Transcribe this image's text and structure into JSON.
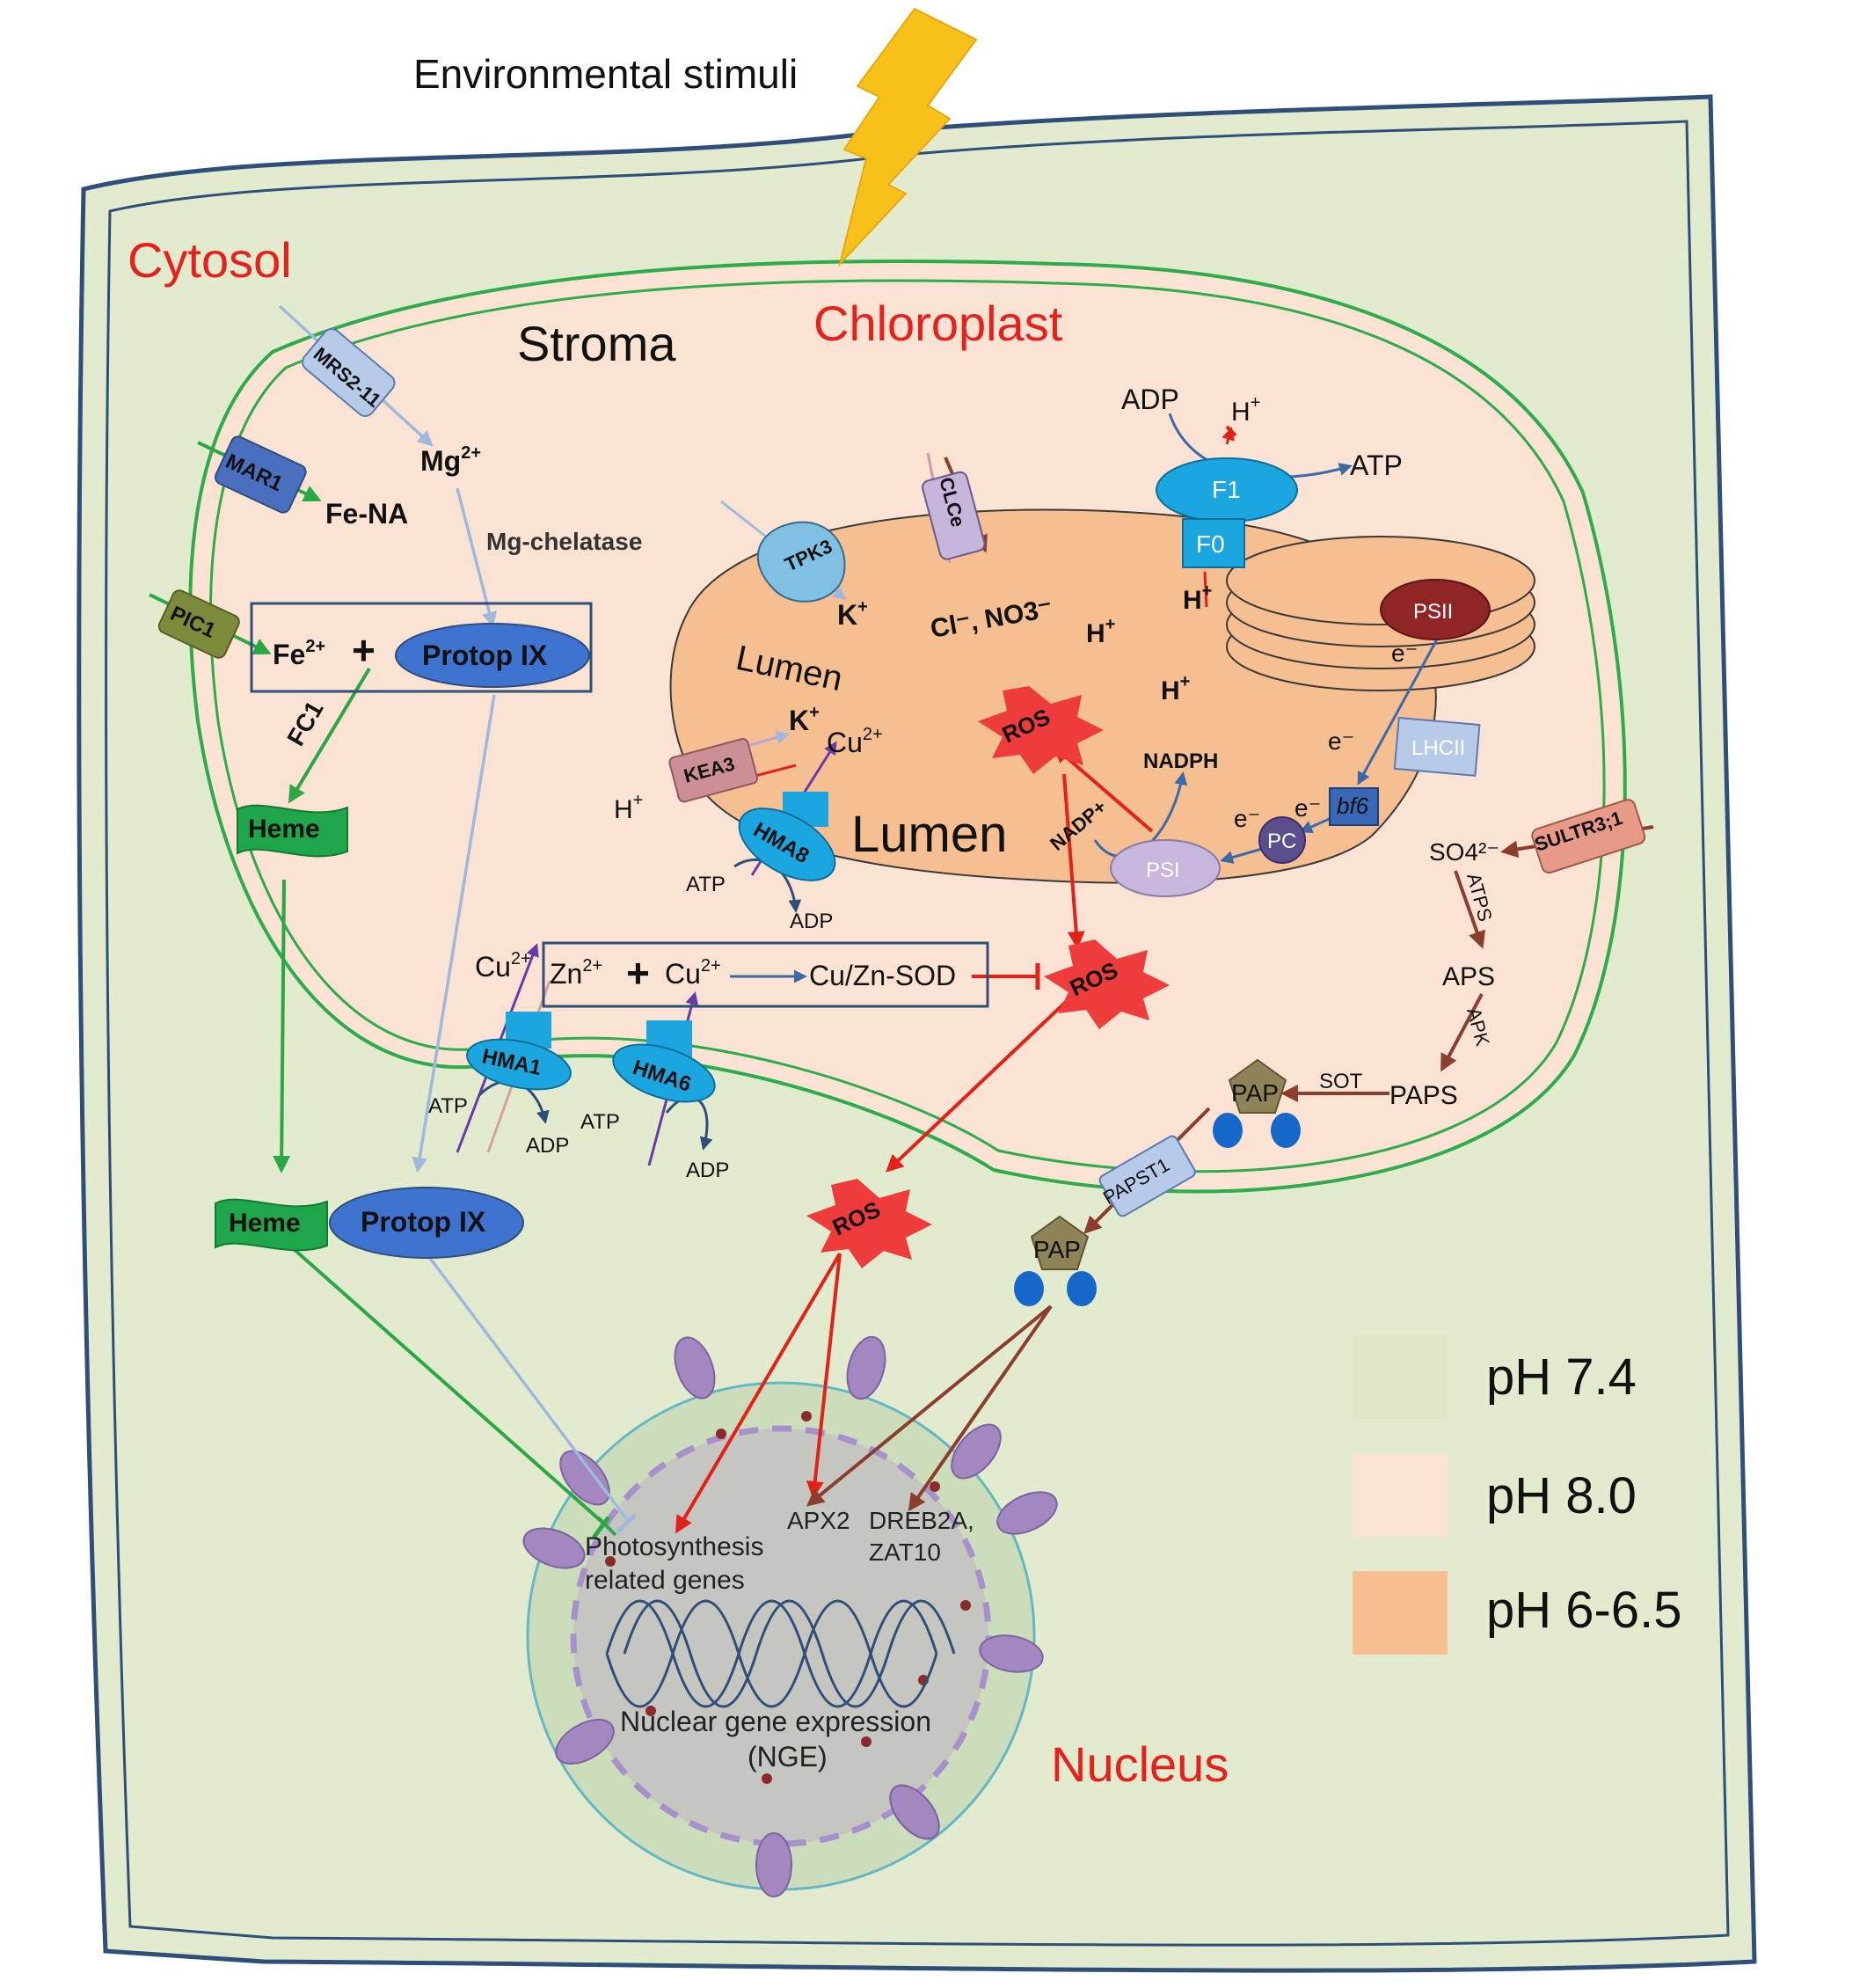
{
  "labels": {
    "environmental_stimuli": "Environmental stimuli",
    "cytosol": "Cytosol",
    "chloroplast": "Chloroplast",
    "stroma": "Stroma",
    "lumen_small": "Lumen",
    "lumen_big": "Lumen",
    "nucleus": "Nucleus"
  },
  "chemistry": {
    "mg": "Mg",
    "mg_charge": "2+",
    "mg_chelatase": "Mg-chelatase",
    "fe_na": "Fe-NA",
    "fe": "Fe",
    "fe_charge": "2+",
    "plus": "+",
    "protop_ix": "Protop IX",
    "fc1": "FC1",
    "heme": "Heme",
    "k": "K",
    "k_charge": "+",
    "cl_no3": "Cl⁻, NO3⁻",
    "h": "H",
    "h_charge": "+",
    "cu": "Cu",
    "cu_charge": "2+",
    "zn": "Zn",
    "zn_charge": "2+",
    "cu_zn_sod": "Cu/Zn-SOD",
    "ros": "ROS",
    "nadph": "NADPH",
    "nadp": "NADP+",
    "adp": "ADP",
    "atp": "ATP",
    "electron": "e⁻",
    "so4": "SO4²⁻",
    "aps": "APS",
    "paps": "PAPS",
    "pap": "PAP",
    "atps": "ATPS",
    "apk": "APK",
    "sot": "SOT"
  },
  "proteins": {
    "mrs2_11": "MRS2-11",
    "mar1": "MAR1",
    "pic1": "PIC1",
    "tpk3": "TPK3",
    "clce": "CLCe",
    "kea3": "KEA3",
    "hma8": "HMA8",
    "hma1": "HMA1",
    "hma6": "HMA6",
    "f1": "F1",
    "f0": "F0",
    "psii": "PSII",
    "psi": "PSI",
    "lhcii": "LHCII",
    "bf6": "bf6",
    "pc": "PC",
    "sultr3_1": "SULTR3;1",
    "papst1": "PAPST1"
  },
  "nucleus_text": {
    "photosynthesis_line1": "Photosynthesis",
    "photosynthesis_line2": "related genes",
    "apx2": "APX2",
    "dreb2a": "DREB2A,",
    "zat10": "ZAT10",
    "nge_line1": "Nuclear gene expression",
    "nge_line2": "(NGE)"
  },
  "legend": [
    {
      "label": "pH 7.4",
      "color": "#dde6c6"
    },
    {
      "label": "pH 8.0",
      "color": "#fbe3d3"
    },
    {
      "label": "pH 6-6.5",
      "color": "#f6bf92"
    }
  ],
  "colors": {
    "cell_fill": "#e3ebcf",
    "cell_border": "#2f4f7a",
    "chloroplast_border": "#2eab4c",
    "stroma_fill": "#fbe3d3",
    "thylakoid_fill": "#f6bf92",
    "title_red": "#e8201c",
    "arrow_red": "#e32119",
    "arrow_brown": "#8b3d2e",
    "arrow_green": "#2aa845",
    "arrow_lightblue": "#9fb8de",
    "arrow_purple": "#6a3aa8",
    "lightning": "#f7c11a"
  }
}
